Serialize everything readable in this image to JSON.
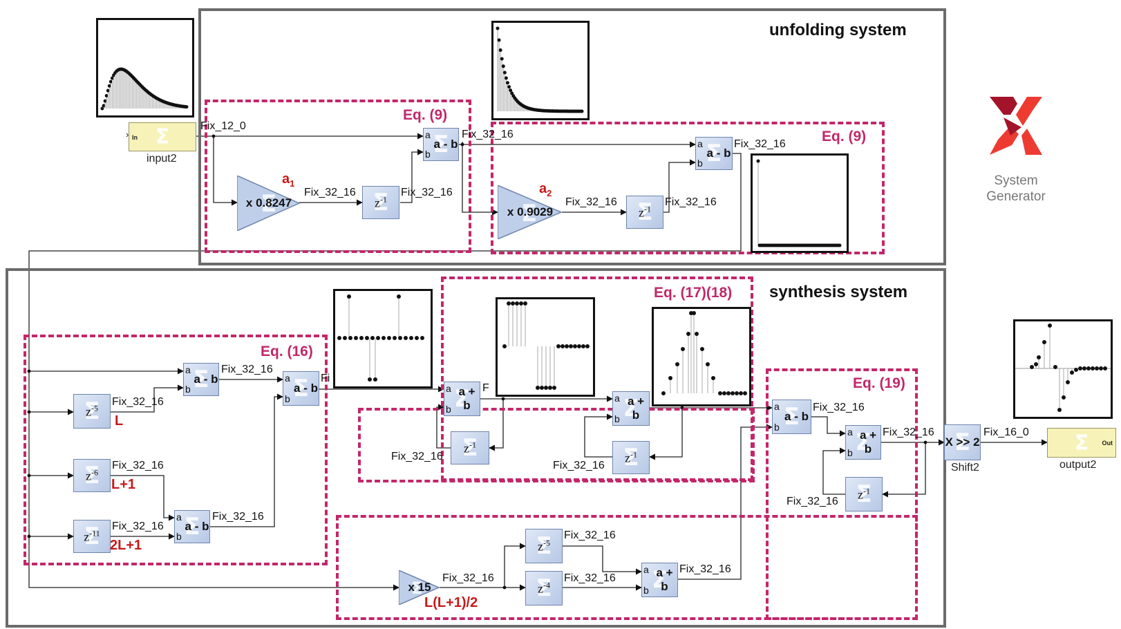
{
  "systems": {
    "unfolding": "unfolding system",
    "synthesis": "synthesis system"
  },
  "equations": {
    "eq9_a": "Eq. (9)",
    "eq9_b": "Eq. (9)",
    "eq16": "Eq. (16)",
    "eq1718": "Eq. (17)(18)",
    "eq19": "Eq. (19)"
  },
  "gains": {
    "g1": "x 0.8247",
    "g2": "x 0.9029",
    "g3": "x 15"
  },
  "coefficients": {
    "a1_base": "a",
    "a1_sub": "1",
    "a2_base": "a",
    "a2_sub": "2"
  },
  "delays": {
    "z1": "-1",
    "z5": "-5",
    "z6": "-6",
    "z11": "-11",
    "z4": "-4",
    "z_base": "z"
  },
  "ops": {
    "sub": "a - b",
    "add": "a + b",
    "port_a": "a",
    "port_b": "b",
    "shift": "X >> 2"
  },
  "delay_labels": {
    "L": "L",
    "L1": "L+1",
    "L2": "2L+1",
    "LL": "L(L+1)/2"
  },
  "signals": {
    "fix12": "Fix_12_0",
    "fix32": "Fix_32_16",
    "fix16": "Fix_16_0",
    "fix_cut": "Fi",
    "f_cut": "F"
  },
  "io": {
    "input_name": "input2",
    "output_name": "output2",
    "in_port": "In",
    "out_port": "Out",
    "shift_name": "Shift2"
  },
  "logo": {
    "line1": "System",
    "line2": "Generator",
    "color_light": "#ee3b32",
    "color_dark": "#a3132a"
  },
  "colors": {
    "equation": "#c2276a",
    "red_label": "#c81818",
    "frame": "#6b6b6b",
    "block": "#b7c8e6",
    "io_block": "#f7f2b8"
  }
}
